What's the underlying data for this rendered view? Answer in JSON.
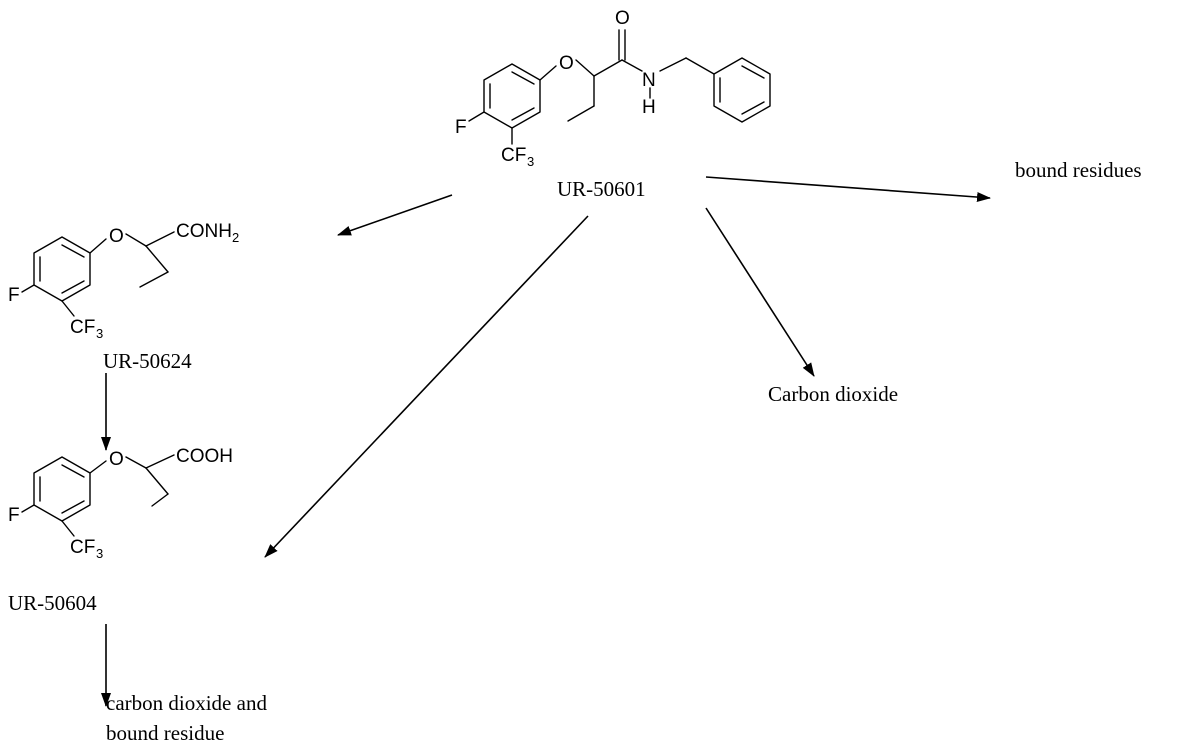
{
  "diagram": {
    "compounds": {
      "parent": {
        "label": "UR-50601",
        "atoms": {
          "ether_o": "O",
          "carbonyl_o": "O",
          "amide_n": "N",
          "amide_h": "H",
          "fluorine": "F",
          "cf3_c": "CF",
          "cf3_sub": "3"
        }
      },
      "amide": {
        "label": "UR-50624",
        "atoms": {
          "ether_o": "O",
          "group": "CONH",
          "group_sub": "2",
          "fluorine": "F",
          "cf3_c": "CF",
          "cf3_sub": "3"
        }
      },
      "acid": {
        "label": "UR-50604",
        "atoms": {
          "ether_o": "O",
          "group": "COOH",
          "fluorine": "F",
          "cf3_c": "CF",
          "cf3_sub": "3"
        }
      }
    },
    "products": {
      "bound_residues": "bound residues",
      "carbon_dioxide": "Carbon dioxide",
      "final_line1": "carbon dioxide and",
      "final_line2": "bound residue"
    }
  }
}
